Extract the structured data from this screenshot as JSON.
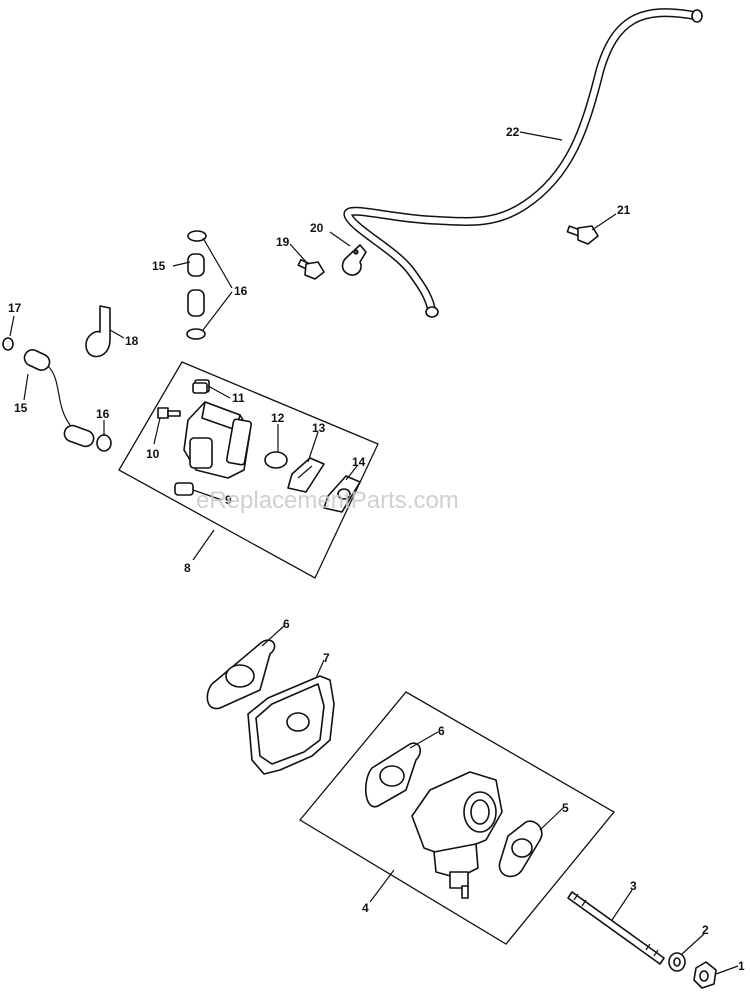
{
  "callouts": {
    "c1": "1",
    "c2": "2",
    "c3": "3",
    "c4": "4",
    "c5": "5",
    "c6a": "6",
    "c6b": "6",
    "c7": "7",
    "c8": "8",
    "c9": "9",
    "c10": "10",
    "c11": "11",
    "c12": "12",
    "c13": "13",
    "c14": "14",
    "c15a": "15",
    "c15b": "15",
    "c16a": "16",
    "c16b": "16",
    "c17": "17",
    "c18": "18",
    "c19": "19",
    "c20": "20",
    "c21": "21",
    "c22": "22"
  },
  "watermark": "eReplacementParts.com"
}
